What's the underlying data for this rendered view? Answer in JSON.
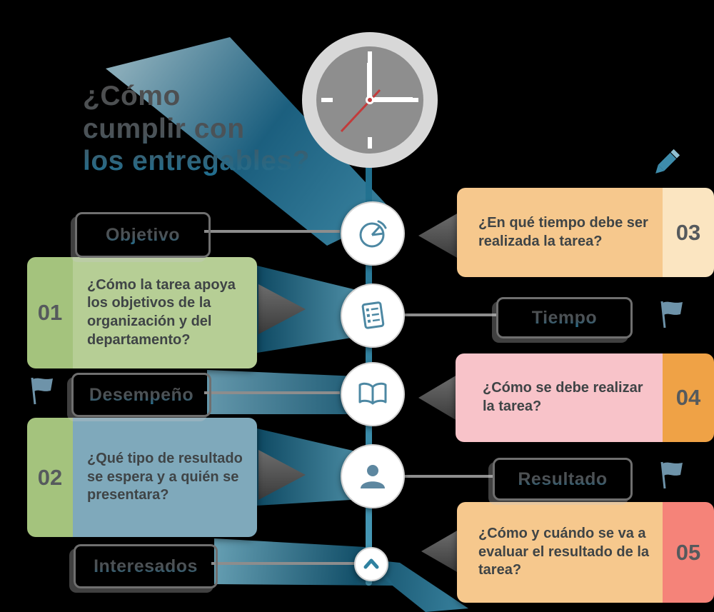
{
  "title": {
    "line1": "¿Cómo",
    "line2": "cumplir con",
    "line3": "los entregables?"
  },
  "labels": {
    "objetivo": "Objetivo",
    "desempeno": "Desempeño",
    "interesados": "Interesados",
    "tiempo": "Tiempo",
    "resultado": "Resultado"
  },
  "cards": {
    "c01": {
      "number": "01",
      "text": "¿Cómo la tarea apoya los objetivos de la organización y del departamento?",
      "strip_color": "#a4c37d",
      "body_color": "#b6ce95"
    },
    "c02": {
      "number": "02",
      "text": "¿Qué tipo de resultado se espera y a quién se presentara?",
      "strip_color": "#a4c37d",
      "body_color": "#7fa9bb"
    },
    "c03": {
      "number": "03",
      "text": "¿En qué tiempo debe ser realizada la tarea?",
      "strip_color": "#fbe5c1",
      "body_color": "#f6c88d"
    },
    "c04": {
      "number": "04",
      "text": "¿Cómo se debe realizar la tarea?",
      "strip_color": "#efa246",
      "body_color": "#f8c3c9"
    },
    "c05": {
      "number": "05",
      "text": "¿Cómo y cuándo se va a evaluar el resultado de la tarea?",
      "strip_color": "#f58379",
      "body_color": "#f6c88d"
    }
  },
  "icons": {
    "top": "clock-icon",
    "nodes": [
      "pie-chart-icon",
      "checklist-icon",
      "open-book-icon",
      "person-icon",
      "chevron-up-icon"
    ],
    "decorations": [
      "pencil-icon",
      "flag-icon",
      "flag-icon",
      "flag-icon"
    ]
  },
  "colors": {
    "ribbon_dark": "#11506b",
    "ribbon_light": "#7fb6c9",
    "timeline_teal": "#2f81a0",
    "icon_blue": "#4d88a3",
    "arrow_gray": "#4d4d4d",
    "label_border_gray": "#6f6f6f",
    "clock_ring": "#d8d8d8",
    "clock_face": "#8e8e8e",
    "second_hand_red": "#c23b3b",
    "background_black": "#000000"
  }
}
